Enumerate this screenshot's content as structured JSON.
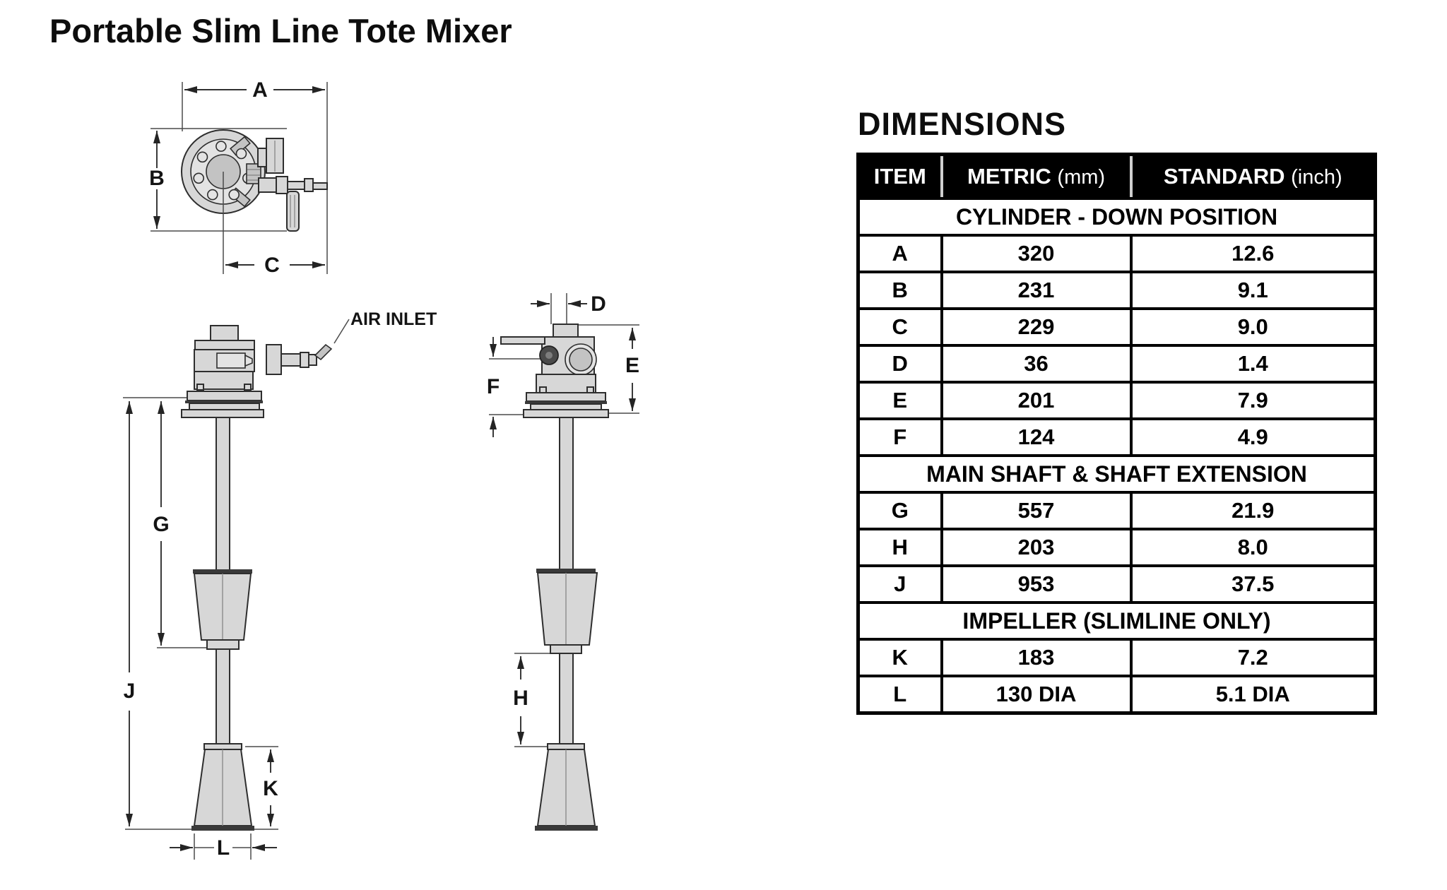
{
  "title": "Portable Slim Line Tote Mixer",
  "drawing": {
    "air_inlet_label": "AIR INLET",
    "dim_labels": {
      "A": "A",
      "B": "B",
      "C": "C",
      "D": "D",
      "E": "E",
      "F": "F",
      "G": "G",
      "H": "H",
      "J": "J",
      "K": "K",
      "L": "L"
    }
  },
  "dimensions": {
    "heading": "DIMENSIONS",
    "columns": [
      {
        "label": "ITEM",
        "unit": ""
      },
      {
        "label": "METRIC",
        "unit": "(mm)"
      },
      {
        "label": "STANDARD",
        "unit": "(inch)"
      }
    ],
    "sections": [
      {
        "header": "CYLINDER - DOWN POSITION",
        "rows": [
          [
            "A",
            "320",
            "12.6"
          ],
          [
            "B",
            "231",
            "9.1"
          ],
          [
            "C",
            "229",
            "9.0"
          ],
          [
            "D",
            "36",
            "1.4"
          ],
          [
            "E",
            "201",
            "7.9"
          ],
          [
            "F",
            "124",
            "4.9"
          ]
        ]
      },
      {
        "header": "MAIN SHAFT & SHAFT EXTENSION",
        "rows": [
          [
            "G",
            "557",
            "21.9"
          ],
          [
            "H",
            "203",
            "8.0"
          ],
          [
            "J",
            "953",
            "37.5"
          ]
        ]
      },
      {
        "header": "IMPELLER (SLIMLINE ONLY)",
        "rows": [
          [
            "K",
            "183",
            "7.2"
          ],
          [
            "L",
            "130 DIA",
            "5.1 DIA"
          ]
        ]
      }
    ]
  }
}
